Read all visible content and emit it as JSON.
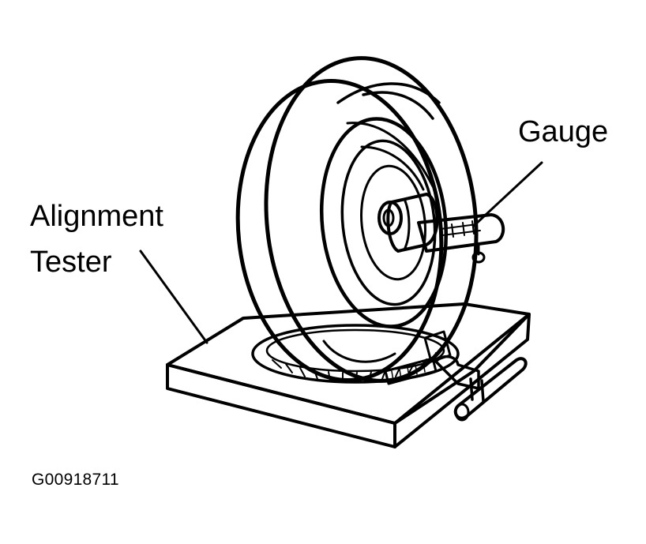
{
  "labels": {
    "gauge": "Gauge",
    "alignment_tester_line1": "Alignment",
    "alignment_tester_line2": "Tester",
    "figure_code": "G00918711"
  },
  "colors": {
    "ink": "#000000",
    "paper": "#ffffff"
  }
}
